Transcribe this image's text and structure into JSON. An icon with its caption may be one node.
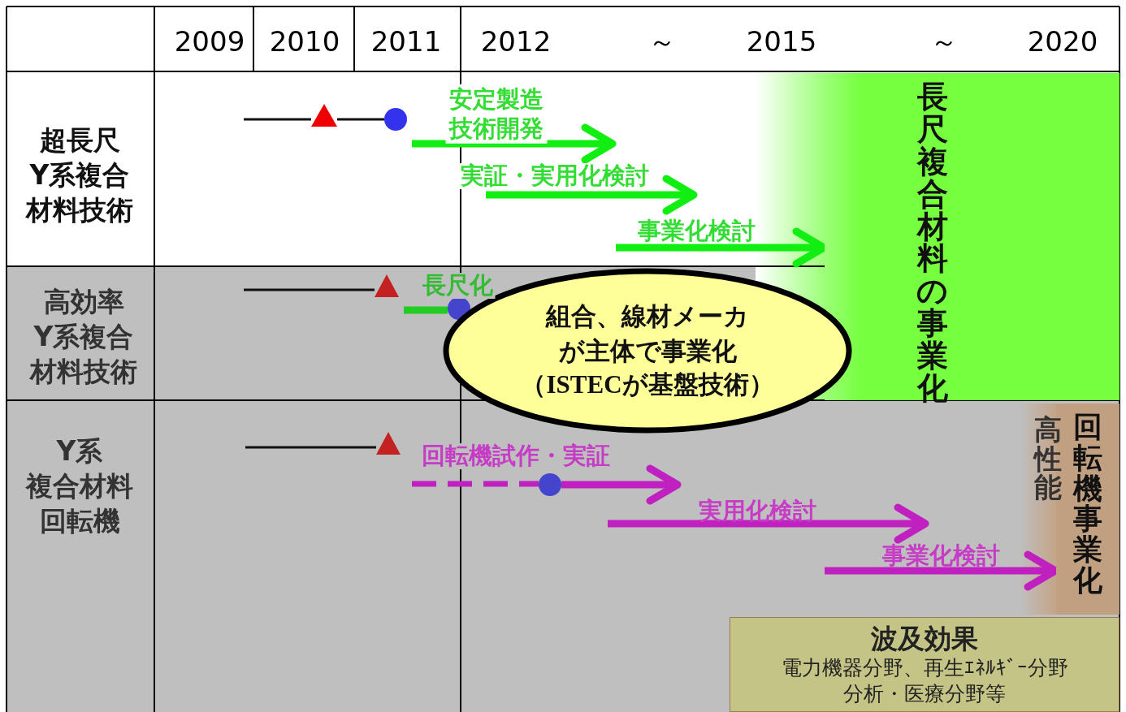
{
  "diagram": {
    "nodes": [
      {
        "text": [],
        "shape": "triangle"
      },
      {
        "text": [],
        "shape": "circle"
      },
      {
        "text": [],
        "shape": "triangle"
      },
      {
        "text": [],
        "shape": "circle"
      },
      {
        "text": [],
        "shape": "triangle"
      },
      {
        "text": [],
        "shape": "circle"
      },
      {
        "text": [
          "長尺複合材料の事業化"
        ]
      },
      {
        "text": [
          "組合、線材メーカ",
          "が主体で事業化",
          "（ISTECが基盤技術）"
        ]
      },
      {
        "text": [
          "回転機事業化"
        ]
      },
      {
        "text": [
          "波及効果",
          "電力機器分野、再生ｴﾈﾙｷﾞｰ分野",
          "分析・医療分野等"
        ]
      }
    ],
    "edges": [
      {
        "from": null,
        "to": 0,
        "arrow": "none"
      },
      {
        "from": 0,
        "to": 1,
        "arrow": "none"
      },
      {
        "from": null,
        "to": 2,
        "arrow": "none"
      },
      {
        "from": null,
        "to": 3,
        "arrow": "none",
        "color": "#22cc22"
      },
      {
        "from": null,
        "to": 4,
        "arrow": "none"
      },
      {
        "from": null,
        "to": 5,
        "arrow": "none",
        "style": "dashed",
        "color": "#c020c0"
      },
      {
        "from": 5,
        "to": null,
        "arrow": "to",
        "color": "#c020c0"
      },
      {
        "from": null,
        "to": 6,
        "arrow": "to",
        "label": "事業化検討",
        "color": "#11ee11"
      },
      {
        "from": null,
        "to": 8,
        "arrow": "to",
        "label": "事業化検討",
        "color": "#c020c0"
      }
    ],
    "labels": [
      "2009",
      "2010",
      "2011",
      "2012",
      "～",
      "2015",
      "～",
      "2020",
      "超長尺",
      "Y系複合",
      "材料技術",
      "安定製造技術開発",
      "実証・実用化検討",
      "高効率",
      "Y系複合",
      "材料技術",
      "長尺化",
      "Y系",
      "複合材料",
      "回転機",
      "回転機試作・実証",
      "高性能",
      "実用化検討"
    ]
  }
}
